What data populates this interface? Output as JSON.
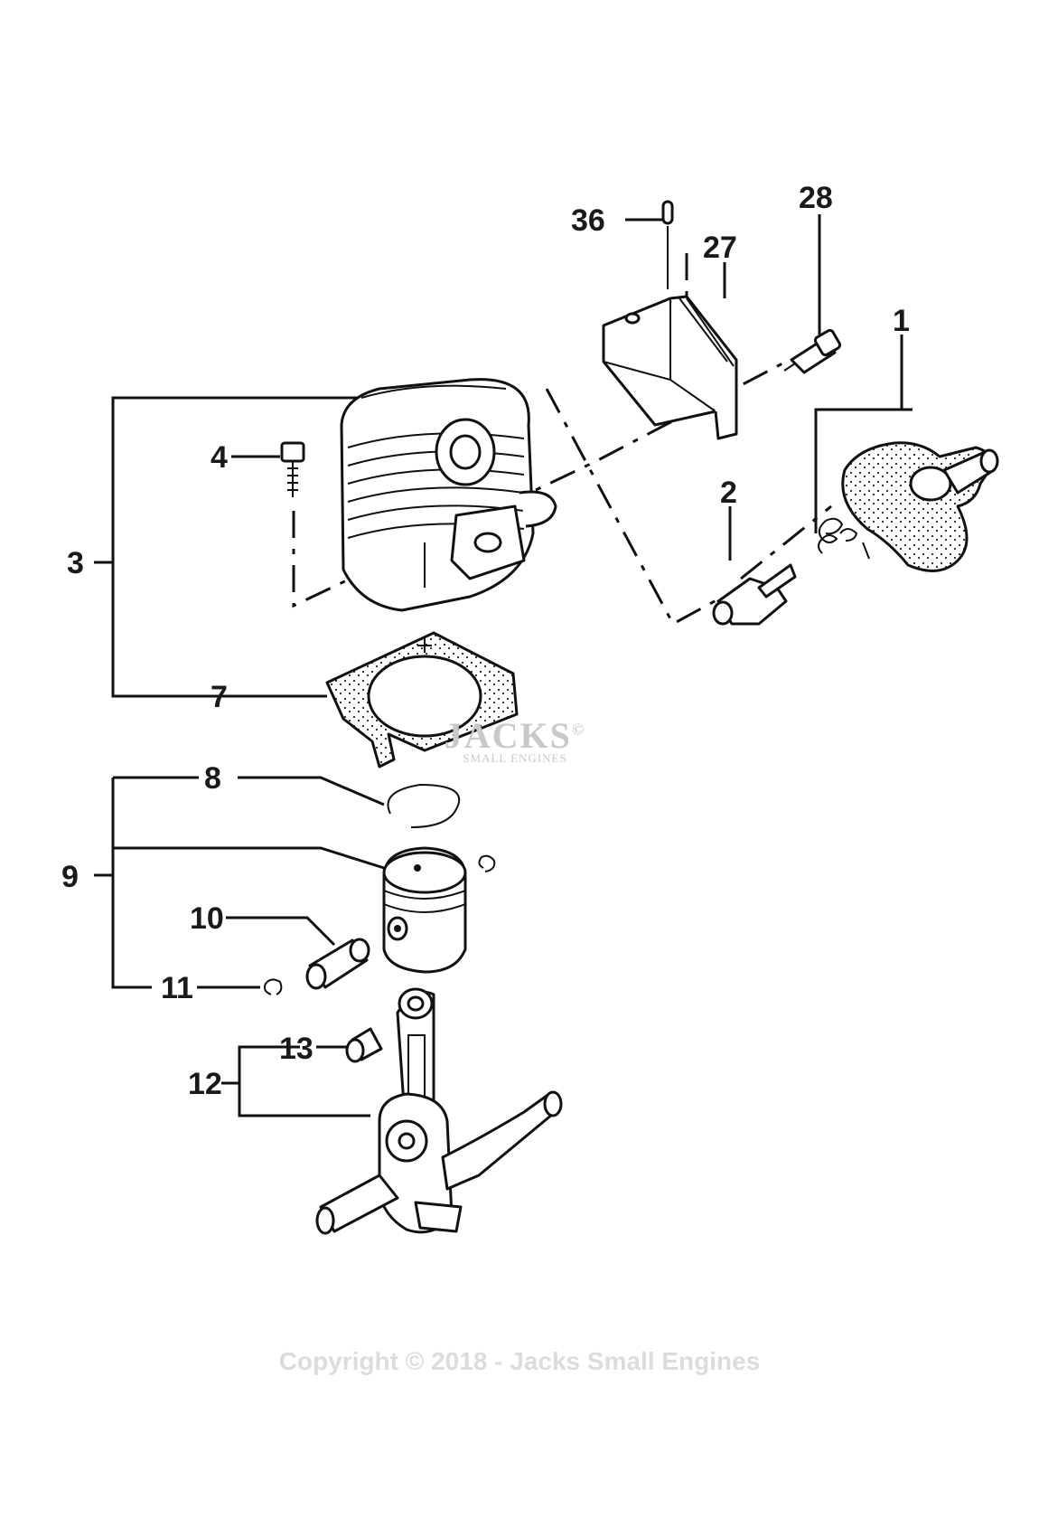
{
  "callouts": [
    "36",
    "28",
    "27",
    "1",
    "4",
    "3",
    "2",
    "7",
    "8",
    "9",
    "10",
    "11",
    "13",
    "12"
  ],
  "watermark": {
    "brand": "JACKS",
    "tagline": "SMALL ENGINES",
    "mark": "©"
  },
  "copyright": "Copyright © 2018 - Jacks Small Engines"
}
